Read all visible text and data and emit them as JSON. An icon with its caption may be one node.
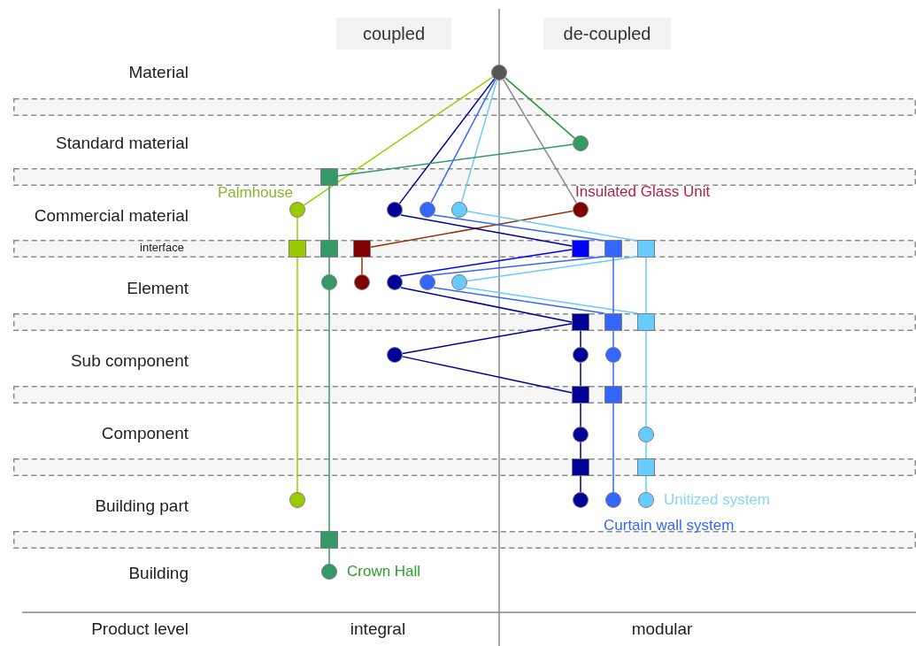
{
  "diagram": {
    "nodes": [
      {
        "text": [
          "coupled"
        ]
      },
      {
        "text": [
          "de-coupled"
        ]
      },
      {
        "text": [],
        "shape": "circle"
      },
      {
        "text": [],
        "shape": "circle"
      },
      {
        "text": [],
        "shape": "box"
      },
      {
        "text": [],
        "shape": "circle",
        "beside": [
          "Palmhouse"
        ]
      },
      {
        "text": [],
        "shape": "circle"
      },
      {
        "text": [],
        "shape": "circle"
      },
      {
        "text": [],
        "shape": "circle"
      },
      {
        "text": [],
        "shape": "circle",
        "beside": [
          "Insulated Glass Unit"
        ]
      },
      {
        "text": [],
        "shape": "box"
      },
      {
        "text": [],
        "shape": "box"
      },
      {
        "text": [],
        "shape": "box"
      },
      {
        "text": [],
        "shape": "box"
      },
      {
        "text": [],
        "shape": "box"
      },
      {
        "text": [],
        "shape": "box"
      },
      {
        "text": [],
        "shape": "circle"
      },
      {
        "text": [],
        "shape": "circle"
      },
      {
        "text": [],
        "shape": "circle"
      },
      {
        "text": [],
        "shape": "circle"
      },
      {
        "text": [],
        "shape": "circle"
      },
      {
        "text": [],
        "shape": "box"
      },
      {
        "text": [],
        "shape": "box"
      },
      {
        "text": [],
        "shape": "box"
      },
      {
        "text": [],
        "shape": "circle"
      },
      {
        "text": [],
        "shape": "circle"
      },
      {
        "text": [],
        "shape": "circle"
      },
      {
        "text": [],
        "shape": "box"
      },
      {
        "text": [],
        "shape": "box"
      },
      {
        "text": [],
        "shape": "circle"
      },
      {
        "text": [],
        "shape": "circle"
      },
      {
        "text": [],
        "shape": "box"
      },
      {
        "text": [],
        "shape": "box"
      },
      {
        "text": [],
        "shape": "circle"
      },
      {
        "text": [],
        "shape": "circle"
      },
      {
        "text": [],
        "shape": "circle",
        "beside": [
          "Curtain wall system"
        ]
      },
      {
        "text": [],
        "shape": "circle",
        "beside": [
          "Unitized system"
        ]
      },
      {
        "text": [],
        "shape": "box"
      },
      {
        "text": [],
        "shape": "circle",
        "beside": [
          "Crown Hall"
        ]
      }
    ],
    "edges": [
      {
        "from": 2,
        "to": 3,
        "arrow": "none",
        "color": "#229933"
      },
      {
        "from": 2,
        "to": 5,
        "arrow": "none",
        "color": "#99cc00"
      },
      {
        "from": 2,
        "to": 6,
        "arrow": "none",
        "color": "#000099"
      },
      {
        "from": 2,
        "to": 7,
        "arrow": "none",
        "color": "#3366ff"
      },
      {
        "from": 2,
        "to": 8,
        "arrow": "none",
        "color": "#66ccff"
      },
      {
        "from": 2,
        "to": 9,
        "arrow": "none",
        "color": "#888888"
      },
      {
        "from": 3,
        "to": 4,
        "arrow": "none",
        "color": "#339966"
      },
      {
        "from": 4,
        "to": 11,
        "arrow": "none",
        "color": "#339966"
      },
      {
        "from": 11,
        "to": 16,
        "arrow": "none",
        "color": "#339966"
      },
      {
        "from": 16,
        "to": 37,
        "arrow": "none",
        "color": "#339966"
      },
      {
        "from": 37,
        "to": 38,
        "arrow": "none",
        "color": "#339966"
      },
      {
        "from": 5,
        "to": 10,
        "arrow": "none",
        "color": "#99cc00"
      },
      {
        "from": 10,
        "to": 33,
        "arrow": "none",
        "color": "#99cc00"
      },
      {
        "from": 9,
        "to": 12,
        "arrow": "none",
        "color": "#993300"
      },
      {
        "from": 12,
        "to": 17,
        "arrow": "none",
        "color": "#993300"
      },
      {
        "from": 6,
        "to": 13,
        "arrow": "none",
        "color": "#000099"
      },
      {
        "from": 7,
        "to": 14,
        "arrow": "none",
        "color": "#3366ff"
      },
      {
        "from": 8,
        "to": 15,
        "arrow": "none",
        "color": "#66ccff"
      },
      {
        "from": 13,
        "to": 18,
        "arrow": "none",
        "color": "#0000ff"
      },
      {
        "from": 14,
        "to": 19,
        "arrow": "none",
        "color": "#3366ff"
      },
      {
        "from": 15,
        "to": 20,
        "arrow": "none",
        "color": "#66ccff"
      },
      {
        "from": 18,
        "to": 21,
        "arrow": "none",
        "color": "#000099"
      },
      {
        "from": 19,
        "to": 22,
        "arrow": "none",
        "color": "#3366ff"
      },
      {
        "from": 20,
        "to": 23,
        "arrow": "none",
        "color": "#66ccff"
      },
      {
        "from": 14,
        "to": 22,
        "arrow": "none",
        "color": "#3366ff"
      },
      {
        "from": 15,
        "to": 23,
        "arrow": "none",
        "color": "#66ccff"
      },
      {
        "from": 21,
        "to": 24,
        "arrow": "none",
        "color": "#000099"
      },
      {
        "from": 24,
        "to": 27,
        "arrow": "none",
        "color": "#000099"
      },
      {
        "from": 21,
        "to": 25,
        "arrow": "none",
        "color": "#000099"
      },
      {
        "from": 25,
        "to": 27,
        "arrow": "none",
        "color": "#000099"
      },
      {
        "from": 27,
        "to": 29,
        "arrow": "none",
        "color": "#000099"
      },
      {
        "from": 29,
        "to": 31,
        "arrow": "none",
        "color": "#000099"
      },
      {
        "from": 31,
        "to": 34,
        "arrow": "none",
        "color": "#000099"
      },
      {
        "from": 22,
        "to": 26,
        "arrow": "none",
        "color": "#3366ff"
      },
      {
        "from": 26,
        "to": 28,
        "arrow": "none",
        "color": "#3366ff"
      },
      {
        "from": 28,
        "to": 35,
        "arrow": "none",
        "color": "#3366ff"
      },
      {
        "from": 23,
        "to": 30,
        "arrow": "none",
        "color": "#66ccff"
      },
      {
        "from": 30,
        "to": 32,
        "arrow": "none",
        "color": "#66ccff"
      },
      {
        "from": 32,
        "to": 36,
        "arrow": "none",
        "color": "#66ccff"
      }
    ],
    "labels": [
      "Material",
      "Standard material",
      "Commercial material",
      "interface",
      "Element",
      "Sub component",
      "Component",
      "Building part",
      "Building",
      "Product level",
      "integral",
      "modular"
    ]
  }
}
